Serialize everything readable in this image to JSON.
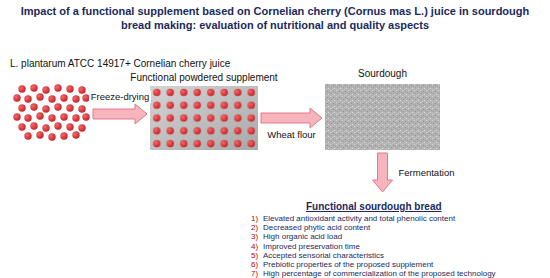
{
  "diagram": {
    "title": "Impact of a functional supplement based on Cornelian cherry (Cornus mas L.) juice in sourdough bread making: evaluation of nutritional and quality aspects",
    "nodes": [
      {
        "text": [
          "L. plantarum ATCC 14917+ Cornelian cherry juice"
        ]
      },
      {
        "text": [
          "Functional powdered supplement"
        ]
      },
      {
        "text": [
          "Sourdough"
        ]
      },
      {
        "text": [
          "Functional sourdough bread",
          "Elevated antioxidant activity and total phenolic content",
          "Decreased phytic acid content",
          "High organic acid load",
          "Improved preservation time",
          "Accepted sensorial characteristics",
          "Prebiotic properties of the proposed supplement",
          "High percentage of commercialization of the proposed technology"
        ]
      }
    ],
    "edges": [
      {
        "from": 0,
        "to": 1,
        "label": "Freeze-drying",
        "arrow": "to"
      },
      {
        "from": 1,
        "to": 2,
        "label": "Wheat flour",
        "arrow": "to"
      },
      {
        "from": 2,
        "to": 3,
        "label": "Fermentation",
        "arrow": "to"
      }
    ],
    "labels": [
      "1)",
      "2)",
      "3)",
      "4)",
      "5)",
      "6)",
      "7)"
    ]
  }
}
